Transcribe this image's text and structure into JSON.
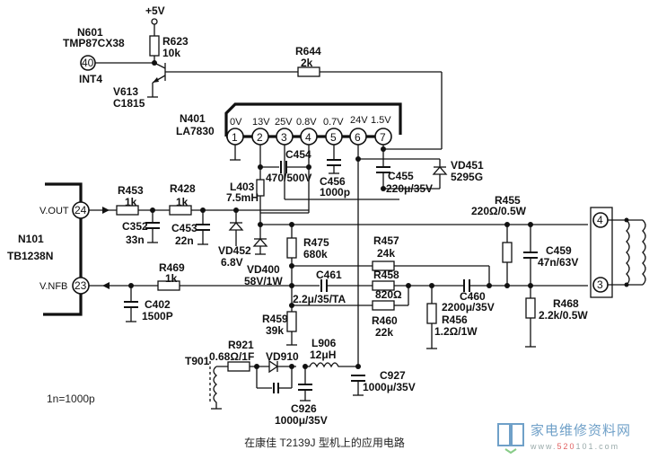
{
  "figure": {
    "caption": "在康佳 T2139J 型机上的应用电路",
    "note": "1n=1000p",
    "watermark": {
      "title": "家电维修资料网",
      "url_prefix": "www.",
      "url_highlight": "520",
      "url_suffix": "101.com"
    }
  },
  "components": {
    "supply": "+5V",
    "n601": {
      "ref": "N601",
      "part": "TMP87CX38",
      "pin": "40",
      "pin_name": "INT4"
    },
    "r623": {
      "ref": "R623",
      "value": "10k"
    },
    "v613": {
      "ref": "V613",
      "part": "C1815"
    },
    "r644": {
      "ref": "R644",
      "value": "2k"
    },
    "n401": {
      "ref": "N401",
      "part": "LA7830",
      "pins": [
        {
          "num": "1",
          "voltage": "0V"
        },
        {
          "num": "2",
          "voltage": "13V"
        },
        {
          "num": "3",
          "voltage": "25V"
        },
        {
          "num": "4",
          "voltage": "0.8V"
        },
        {
          "num": "5",
          "voltage": "0.7V"
        },
        {
          "num": "6",
          "voltage": "24V"
        },
        {
          "num": "7",
          "voltage": "1.5V"
        }
      ]
    },
    "c454": {
      "ref": "C454",
      "value": "470/500V"
    },
    "c456": {
      "ref": "C456",
      "value": "1000p"
    },
    "c455": {
      "ref": "C455",
      "value": "220μ/35V"
    },
    "vd451": {
      "ref": "VD451",
      "part": "5295G"
    },
    "l403": {
      "ref": "L403",
      "value": "7.5mH"
    },
    "n101": {
      "ref": "N101",
      "part": "TB1238N",
      "pin_out": "24",
      "pin_out_name": "V.OUT",
      "pin_nfb": "23",
      "pin_nfb_name": "V.NFB"
    },
    "r453": {
      "ref": "R453",
      "value": "1k"
    },
    "r428": {
      "ref": "R428",
      "value": "1k"
    },
    "c352": {
      "ref": "C352",
      "value": "33n"
    },
    "c453": {
      "ref": "C453",
      "value": "22n"
    },
    "vd452": {
      "ref": "VD452",
      "value": "6.8V"
    },
    "vd400": {
      "ref": "VD400",
      "value": "58V/1W"
    },
    "r475": {
      "ref": "R475",
      "value": "680k"
    },
    "r457": {
      "ref": "R457",
      "value": "24k"
    },
    "r458": {
      "ref": "R458",
      "value": "820Ω"
    },
    "c461": {
      "ref": "C461",
      "value": "2.2μ/35/TA"
    },
    "r460": {
      "ref": "R460",
      "value": "22k"
    },
    "r459": {
      "ref": "R459",
      "value": "39k"
    },
    "r469": {
      "ref": "R469",
      "value": "1k"
    },
    "c402": {
      "ref": "C402",
      "value": "1500P"
    },
    "r455": {
      "ref": "R455",
      "value": "220Ω/0.5W"
    },
    "c459": {
      "ref": "C459",
      "value": "47n/63V"
    },
    "c460": {
      "ref": "C460",
      "value": "2200μ/35V"
    },
    "r456": {
      "ref": "R456",
      "value": "1.2Ω/1W"
    },
    "r468": {
      "ref": "R468",
      "value": "2.2k/0.5W"
    },
    "yoke": {
      "pin_top": "4",
      "pin_bottom": "3"
    },
    "t901": {
      "ref": "T901"
    },
    "r921": {
      "ref": "R921",
      "value": "0.68Ω/1F"
    },
    "vd910": {
      "ref": "VD910"
    },
    "l906": {
      "ref": "L906",
      "value": "12μH"
    },
    "c926": {
      "ref": "C926",
      "value": "1000μ/35V"
    },
    "c927": {
      "ref": "C927",
      "value": "1000μ/35V"
    }
  }
}
